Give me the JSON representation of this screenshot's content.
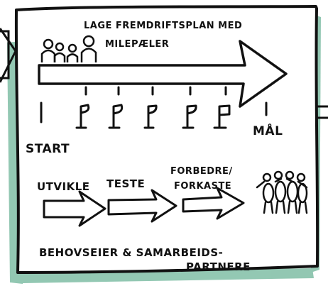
{
  "title": {
    "line1": "LAGE FREMDRIFTSPLAN MED",
    "line2": "MILEPÆLER"
  },
  "timeline": {
    "start_label": "START",
    "goal_label": "MÅL",
    "milestone_count": 5
  },
  "steps": [
    {
      "label": "UTVIKLE"
    },
    {
      "label": "TESTE"
    },
    {
      "label_line1": "FORBEDRE/",
      "label_line2": "FORKASTE"
    }
  ],
  "footer": {
    "line1": "BEHOVSEIER & SAMARBEIDS-",
    "line2": "PARTNERE"
  },
  "colors": {
    "ink": "#111111",
    "paper": "#ffffff",
    "accent": "#2f8f6a"
  }
}
